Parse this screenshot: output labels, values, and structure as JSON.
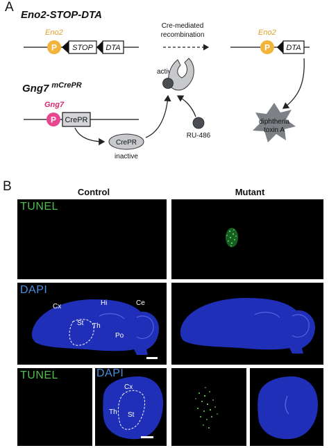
{
  "panelA": {
    "label": "A",
    "construct1": {
      "title": "Eno2-STOP-DTA",
      "promoter": "Eno2",
      "promoter_letter": "P",
      "stop": "STOP",
      "dta": "DTA"
    },
    "recombination": {
      "line1": "Cre-mediated",
      "line2": "recombination"
    },
    "result": {
      "promoter": "Eno2",
      "promoter_letter": "P",
      "dta": "DTA"
    },
    "construct2": {
      "title_main": "Gng7",
      "title_sup": "mCrePR",
      "promoter": "Gng7",
      "promoter_letter": "P",
      "gene": "CrePR"
    },
    "crepr": {
      "label": "CrePR",
      "state": "inactive"
    },
    "active_label": "active",
    "ligand": "RU-486",
    "toxin": {
      "line1": "diphtheria",
      "line2": "toxin A"
    },
    "colors": {
      "eno2_promoter": "#f2b43a",
      "gng7_promoter": "#e8468f",
      "gng7_label": "#d6266e",
      "gray_shape": "#c7c9cc",
      "dark_ball": "#4a4d52"
    }
  },
  "panelB": {
    "label": "B",
    "control_header": "Control",
    "mutant_header": "Mutant",
    "tunel": "TUNEL",
    "dapi": "DAPI",
    "regions_sagittal": {
      "cx": "Cx",
      "hi": "Hi",
      "ce": "Ce",
      "st": "St",
      "th": "Th",
      "po": "Po"
    },
    "regions_coronal": {
      "cx": "Cx",
      "th": "Th",
      "st": "St"
    },
    "colors": {
      "tunel_text": "#4fbf4f",
      "dapi_text": "#4a8fe0",
      "dapi_tissue": "#1f2fb8",
      "tunel_signal": "#35d04a"
    }
  }
}
